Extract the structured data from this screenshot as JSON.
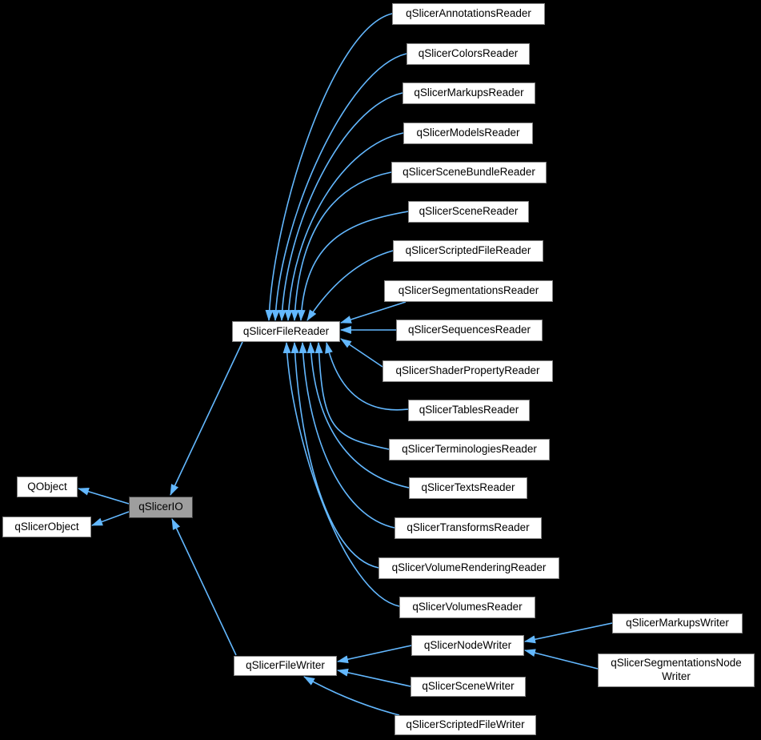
{
  "diagram": {
    "kind": "class-inheritance-graph",
    "nodes": [
      {
        "id": "QObject",
        "label": "QObject"
      },
      {
        "id": "qSlicerObject",
        "label": "qSlicerObject"
      },
      {
        "id": "qSlicerIO",
        "label": "qSlicerIO",
        "highlighted": true
      },
      {
        "id": "qSlicerFileReader",
        "label": "qSlicerFileReader"
      },
      {
        "id": "qSlicerAnnotationsReader",
        "label": "qSlicerAnnotationsReader"
      },
      {
        "id": "qSlicerColorsReader",
        "label": "qSlicerColorsReader"
      },
      {
        "id": "qSlicerMarkupsReader",
        "label": "qSlicerMarkupsReader"
      },
      {
        "id": "qSlicerModelsReader",
        "label": "qSlicerModelsReader"
      },
      {
        "id": "qSlicerSceneBundleReader",
        "label": "qSlicerSceneBundleReader"
      },
      {
        "id": "qSlicerSceneReader",
        "label": "qSlicerSceneReader"
      },
      {
        "id": "qSlicerScriptedFileReader",
        "label": "qSlicerScriptedFileReader"
      },
      {
        "id": "qSlicerSegmentationsReader",
        "label": "qSlicerSegmentationsReader"
      },
      {
        "id": "qSlicerSequencesReader",
        "label": "qSlicerSequencesReader"
      },
      {
        "id": "qSlicerShaderPropertyReader",
        "label": "qSlicerShaderPropertyReader"
      },
      {
        "id": "qSlicerTablesReader",
        "label": "qSlicerTablesReader"
      },
      {
        "id": "qSlicerTerminologiesReader",
        "label": "qSlicerTerminologiesReader"
      },
      {
        "id": "qSlicerTextsReader",
        "label": "qSlicerTextsReader"
      },
      {
        "id": "qSlicerTransformsReader",
        "label": "qSlicerTransformsReader"
      },
      {
        "id": "qSlicerVolumeRenderingReader",
        "label": "qSlicerVolumeRenderingReader"
      },
      {
        "id": "qSlicerVolumesReader",
        "label": "qSlicerVolumesReader"
      },
      {
        "id": "qSlicerFileWriter",
        "label": "qSlicerFileWriter"
      },
      {
        "id": "qSlicerNodeWriter",
        "label": "qSlicerNodeWriter"
      },
      {
        "id": "qSlicerSceneWriter",
        "label": "qSlicerSceneWriter"
      },
      {
        "id": "qSlicerScriptedFileWriter",
        "label": "qSlicerScriptedFileWriter"
      },
      {
        "id": "qSlicerMarkupsWriter",
        "label": "qSlicerMarkupsWriter"
      },
      {
        "id": "qSlicerSegmentationsNodeWriter",
        "label": "qSlicerSegmentationsNode\nWriter"
      }
    ],
    "edges": [
      {
        "from": "qSlicerIO",
        "to": "QObject"
      },
      {
        "from": "qSlicerIO",
        "to": "qSlicerObject"
      },
      {
        "from": "qSlicerFileReader",
        "to": "qSlicerIO"
      },
      {
        "from": "qSlicerFileWriter",
        "to": "qSlicerIO"
      },
      {
        "from": "qSlicerAnnotationsReader",
        "to": "qSlicerFileReader"
      },
      {
        "from": "qSlicerColorsReader",
        "to": "qSlicerFileReader"
      },
      {
        "from": "qSlicerMarkupsReader",
        "to": "qSlicerFileReader"
      },
      {
        "from": "qSlicerModelsReader",
        "to": "qSlicerFileReader"
      },
      {
        "from": "qSlicerSceneBundleReader",
        "to": "qSlicerFileReader"
      },
      {
        "from": "qSlicerSceneReader",
        "to": "qSlicerFileReader"
      },
      {
        "from": "qSlicerScriptedFileReader",
        "to": "qSlicerFileReader"
      },
      {
        "from": "qSlicerSegmentationsReader",
        "to": "qSlicerFileReader"
      },
      {
        "from": "qSlicerSequencesReader",
        "to": "qSlicerFileReader"
      },
      {
        "from": "qSlicerShaderPropertyReader",
        "to": "qSlicerFileReader"
      },
      {
        "from": "qSlicerTablesReader",
        "to": "qSlicerFileReader"
      },
      {
        "from": "qSlicerTerminologiesReader",
        "to": "qSlicerFileReader"
      },
      {
        "from": "qSlicerTextsReader",
        "to": "qSlicerFileReader"
      },
      {
        "from": "qSlicerTransformsReader",
        "to": "qSlicerFileReader"
      },
      {
        "from": "qSlicerVolumeRenderingReader",
        "to": "qSlicerFileReader"
      },
      {
        "from": "qSlicerVolumesReader",
        "to": "qSlicerFileReader"
      },
      {
        "from": "qSlicerNodeWriter",
        "to": "qSlicerFileWriter"
      },
      {
        "from": "qSlicerSceneWriter",
        "to": "qSlicerFileWriter"
      },
      {
        "from": "qSlicerScriptedFileWriter",
        "to": "qSlicerFileWriter"
      },
      {
        "from": "qSlicerMarkupsWriter",
        "to": "qSlicerNodeWriter"
      },
      {
        "from": "qSlicerSegmentationsNodeWriter",
        "to": "qSlicerNodeWriter"
      }
    ]
  },
  "colors": {
    "background": "#000000",
    "arrow": "#63b8ff",
    "box_background": "#ffffff",
    "box_border": "#828282",
    "box_text": "#000000",
    "highlighted_box_background": "#9e9e9e",
    "highlighted_box_border": "#3f3f3f"
  }
}
